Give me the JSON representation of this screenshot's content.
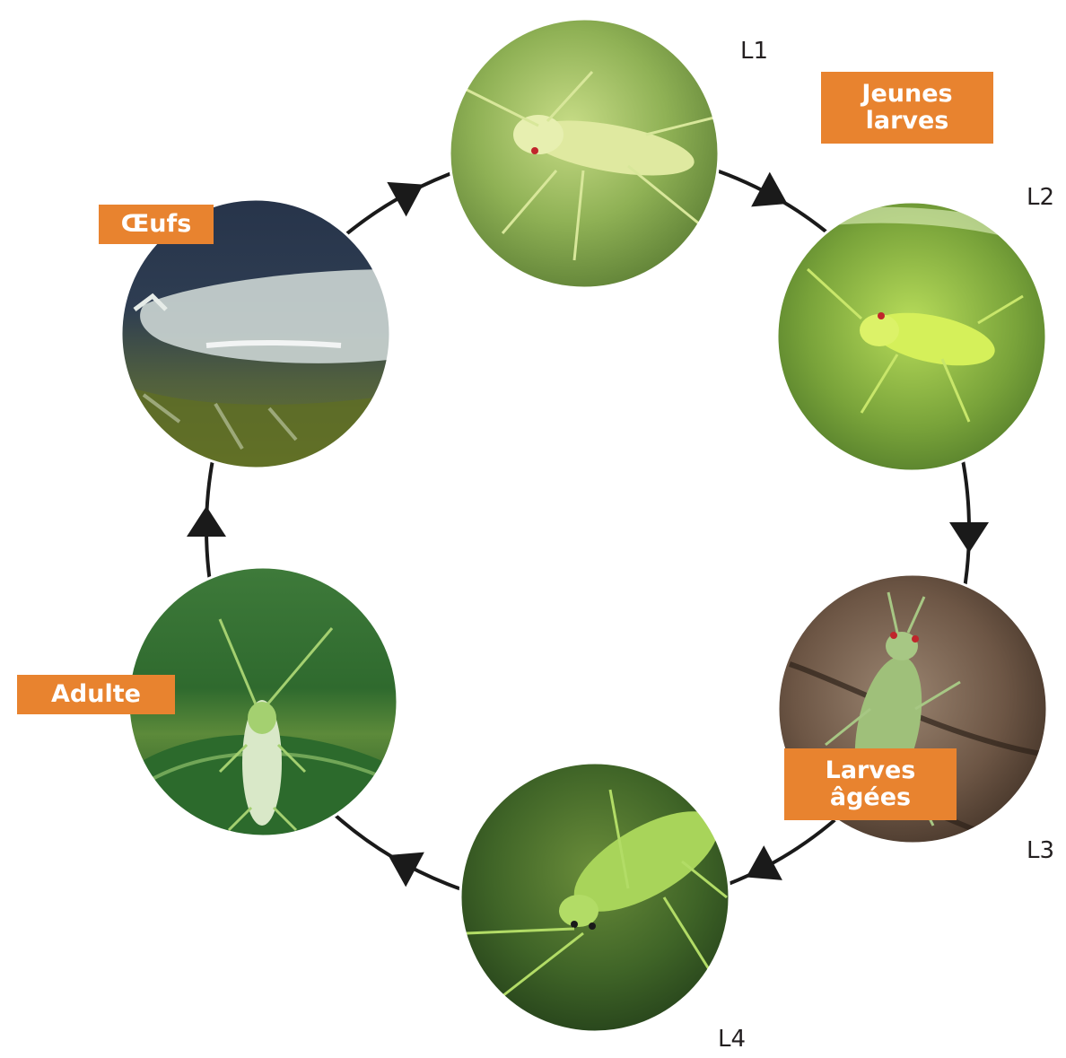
{
  "stages": [
    {
      "label": "L1"
    },
    {
      "label": "L2"
    },
    {
      "label": "L3"
    },
    {
      "label": "L4"
    }
  ],
  "categories": {
    "eggs": "Œufs",
    "young_larvae": [
      "Jeunes",
      "larves"
    ],
    "old_larvae": [
      "Larves",
      "âgées"
    ],
    "adult": "Adulte"
  },
  "colors": {
    "label_box": "#e8832f",
    "cycle_line": "#1a1a1a"
  }
}
